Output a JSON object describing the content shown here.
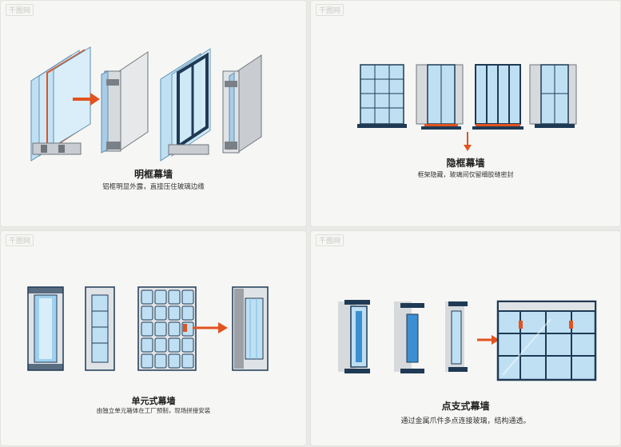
{
  "watermark": "千图网",
  "panels": [
    {
      "title": "明框幕墙",
      "caption": "铝框明显外露，直接压住玻璃边缘"
    },
    {
      "title": "隐框幕墙",
      "caption": "框架隐藏，玻璃间仅留细胶缝密封"
    },
    {
      "title": "单元式幕墙",
      "caption": "由独立单元箱体在工厂预制，现场拼接安装"
    },
    {
      "title": "点支式幕墙",
      "caption": "通过金属爪件多点连接玻璃，结构通透。"
    }
  ],
  "colors": {
    "glass": "#bfe0f3",
    "glass_dark": "#7dbfe4",
    "frame": "#1f3a55",
    "aluminium": "#c9cdd1",
    "arrow": "#e2531f"
  }
}
